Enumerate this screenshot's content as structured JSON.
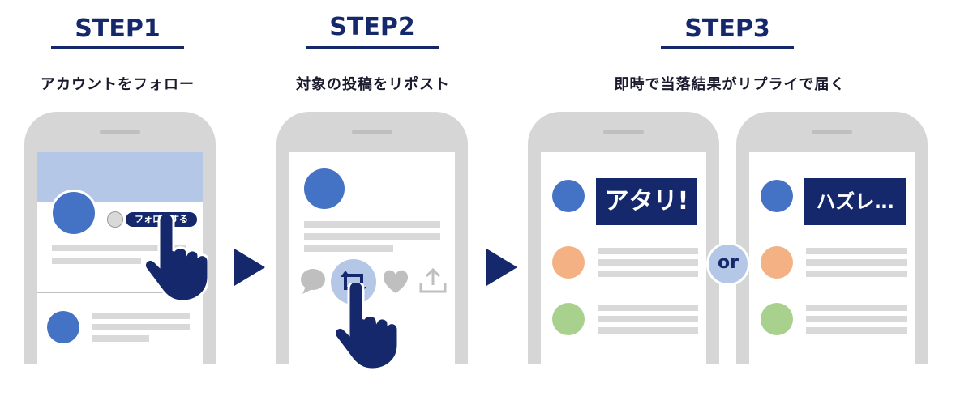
{
  "steps": [
    {
      "title": "STEP1",
      "description": "アカウントをフォロー"
    },
    {
      "title": "STEP2",
      "description": "対象の投稿をリポスト"
    },
    {
      "title": "STEP3",
      "description": "即時で当落結果がリプライで届く"
    }
  ],
  "step1": {
    "follow_button": "フォローする"
  },
  "step3": {
    "win_label": "アタリ!",
    "lose_label": "ハズレ…",
    "or_label": "or"
  },
  "colors": {
    "navy": "#14286b",
    "avatar_blue": "#4472c4",
    "header_light_blue": "#b4c7e7",
    "avatar_orange": "#f4b183",
    "avatar_green": "#a9d18e",
    "phone_gray": "#d6d6d6"
  },
  "icons": [
    "pointing-hand-icon",
    "comment-bubble-icon",
    "repost-icon",
    "heart-icon",
    "share-icon",
    "play-arrow-icon"
  ]
}
